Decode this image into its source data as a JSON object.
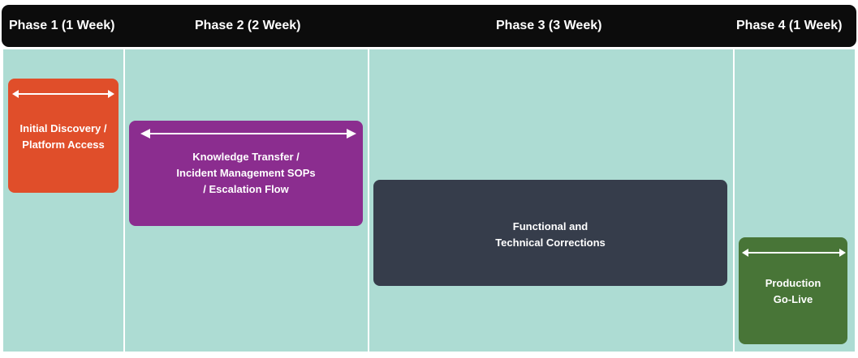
{
  "phases": [
    {
      "title": "Phase 1 (1 Week)"
    },
    {
      "title": "Phase 2 (2 Week)"
    },
    {
      "title": "Phase 3 (3 Week)"
    },
    {
      "title": "Phase 4 (1 Week)"
    }
  ],
  "tasks": [
    {
      "label": "Initial Discovery /\nPlatform Access",
      "color": "#e04e2a",
      "has_arrow": true
    },
    {
      "label": "Knowledge Transfer /\nIncident Management SOPs\n/ Escalation Flow",
      "color": "#8b2d8f",
      "has_arrow": true
    },
    {
      "label": "Functional and\nTechnical Corrections",
      "color": "#363d4b",
      "has_arrow": false
    },
    {
      "label": "Production\nGo-Live",
      "color": "#487537",
      "has_arrow": true
    }
  ],
  "colors": {
    "header": "#0c0c0c",
    "column": "#addcd3"
  }
}
